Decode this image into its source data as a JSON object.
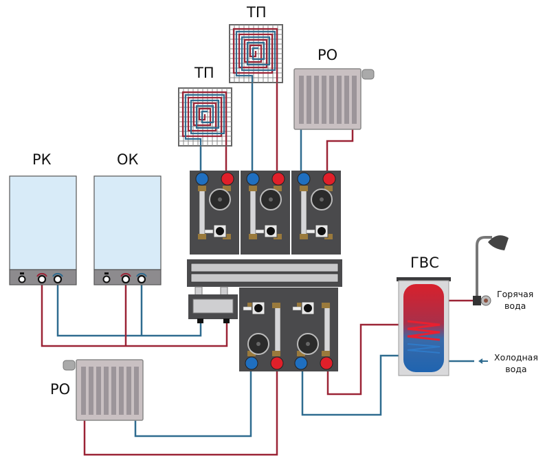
{
  "diagram": {
    "title": "Heating system schematic with pump groups, hydraulic separator and DHW cylinder",
    "labels": {
      "boiler_1": "РК",
      "boiler_2": "ОК",
      "floor_heating_1": "ТП",
      "floor_heating_2": "ТП",
      "radiator_top": "РО",
      "radiator_bottom": "РО",
      "dhw_tank": "ГВС",
      "hot_water_line1": "Горячая",
      "hot_water_line2": "вода",
      "cold_water_line1": "Холодная",
      "cold_water_line2": "вода"
    },
    "colors": {
      "supply_pipe": "#9b2335",
      "return_pipe": "#2e6b8f",
      "hot_valve": "#e0202a",
      "cold_valve": "#1f6fc0",
      "module_body": "#4a4a4c",
      "boiler_panel": "#d8ebf8",
      "radiator": "#c9c0c2"
    },
    "components": {
      "boilers": [
        "РК",
        "ОК"
      ],
      "upper_pump_groups": 3,
      "lower_pump_groups": 2,
      "consumers": [
        "ТП",
        "ТП",
        "РО",
        "РО",
        "ГВС"
      ]
    }
  }
}
